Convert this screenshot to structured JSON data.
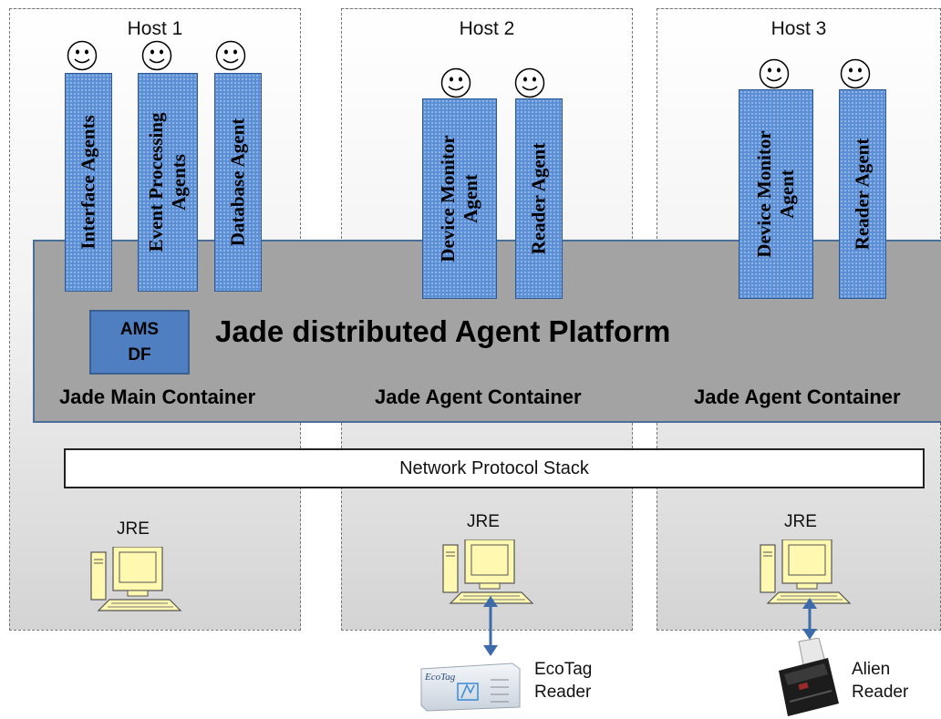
{
  "hosts": [
    {
      "title": "Host 1",
      "jre": "JRE"
    },
    {
      "title": "Host 2",
      "jre": "JRE"
    },
    {
      "title": "Host 3",
      "jre": "JRE"
    }
  ],
  "platform": {
    "title": "Jade distributed Agent Platform",
    "ams_line1": "AMS",
    "ams_line2": "DF",
    "containers": [
      "Jade Main Container",
      "Jade Agent Container",
      "Jade Agent Container"
    ]
  },
  "agents": {
    "interface": "Interface  Agents",
    "event_line1": "Event Processing",
    "event_line2": "Agents",
    "database": "Database Agent",
    "device_monitor_line1": "Device Monitor",
    "device_monitor_line2": "Agent",
    "reader": "Reader Agent"
  },
  "network": "Network Protocol Stack",
  "readers": [
    {
      "line1": "EcoTag",
      "line2": "Reader",
      "badge": "EcoTag"
    },
    {
      "line1": "Alien",
      "line2": "Reader"
    }
  ],
  "colors": {
    "agent": "#5b8fd6",
    "platform": "#a3a3a3",
    "arrow": "#3d6aa8"
  }
}
